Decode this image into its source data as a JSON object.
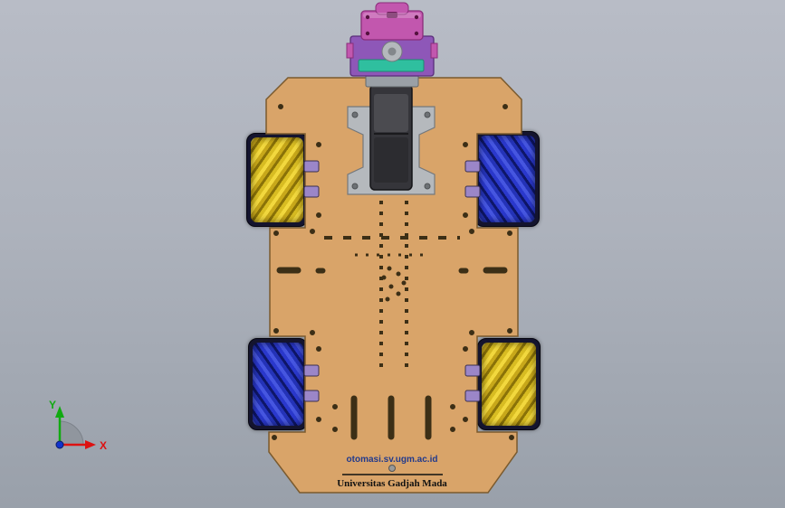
{
  "watermark": {
    "url": "otomasi.sv.ugm.ac.id",
    "university": "Universitas Gadjah Mada"
  },
  "origin_triad": {
    "x_label": "X",
    "y_label": "Y"
  },
  "colors": {
    "background_top": "#b8bcc6",
    "background_bottom": "#99a0aa",
    "chassis": "#d9a469",
    "chassis_edge": "#7a5a2e",
    "wheel_frame": "#14142e",
    "wheel_yellow": "#d8bc22",
    "wheel_blue": "#2a38cc",
    "assembly_magenta": "#c257ae",
    "assembly_purple": "#8e57b8",
    "assembly_teal": "#2fbf9f",
    "motor_gray": "#35353a",
    "bracket_gray": "#b5b9bd",
    "hole_color": "#3c2f16",
    "axis_x_color": "#dd1111",
    "axis_y_color": "#11aa11",
    "origin_dot": "#1133cc",
    "text_navy": "#223a8c",
    "text_black": "#111111"
  }
}
